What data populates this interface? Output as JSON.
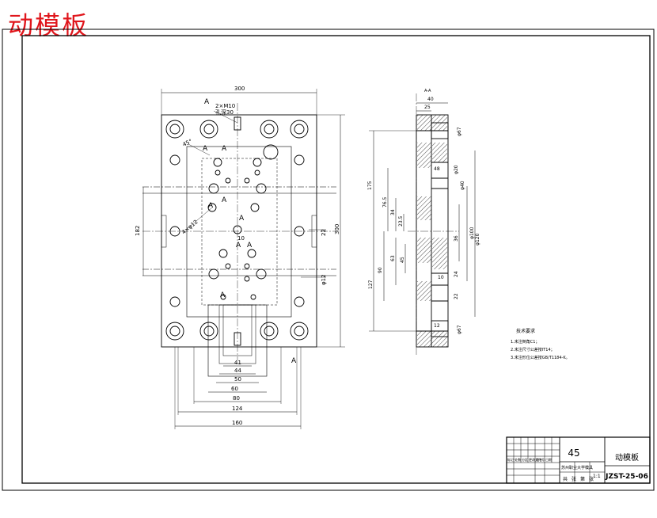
{
  "stamp_title": "动模板",
  "front_view": {
    "dims": {
      "top_width": "300",
      "left_height": "182",
      "right_height": "300",
      "pin_note_1": "2×M10",
      "pin_note_2": "孔深30",
      "angle_1": "45°",
      "angle_2": "4×φ12",
      "h10": "10",
      "r22": "22",
      "r12": "φ12"
    },
    "bottom_dims": [
      "41",
      "44",
      "50",
      "60",
      "80",
      "124",
      "160"
    ],
    "section_labels": [
      "A",
      "A",
      "A",
      "A",
      "A",
      "A",
      "A",
      "A",
      "A",
      "A"
    ]
  },
  "side_view": {
    "dims": {
      "d_top": "25",
      "d_40": "40",
      "d_175": "175",
      "d_76": "76.5",
      "d_34": "34",
      "d_23": "23.5",
      "d_90": "90",
      "d_63": "63",
      "d_45": "45",
      "d_127": "127",
      "d_10": "10",
      "d_100": "φ100",
      "d_120": "φ120",
      "d_40b": "φ40",
      "d_20": "φ20",
      "d_36": "36",
      "d_24": "24",
      "d_22": "22",
      "d_67": "φ67",
      "d_67b": "φ67",
      "d_12": "12",
      "d_48": "48"
    },
    "section_mark": "A-A"
  },
  "notes": {
    "title": "技术要求",
    "items": [
      "1.未注倒角C1；",
      "2.未注尺寸公差按IT14；",
      "3.未注形位公差按GB/T1184-K。"
    ]
  },
  "title_block": {
    "material": "45",
    "part_name": "动模板",
    "drawing_no": "JZST-25-06",
    "scale": "1:1",
    "org": "苏州职业大学模具",
    "row_labels": [
      "标记",
      "处数",
      "分区",
      "更改文件号",
      "签名",
      "日期"
    ],
    "bottom_labels": [
      "共",
      "张",
      "第",
      "张"
    ]
  }
}
